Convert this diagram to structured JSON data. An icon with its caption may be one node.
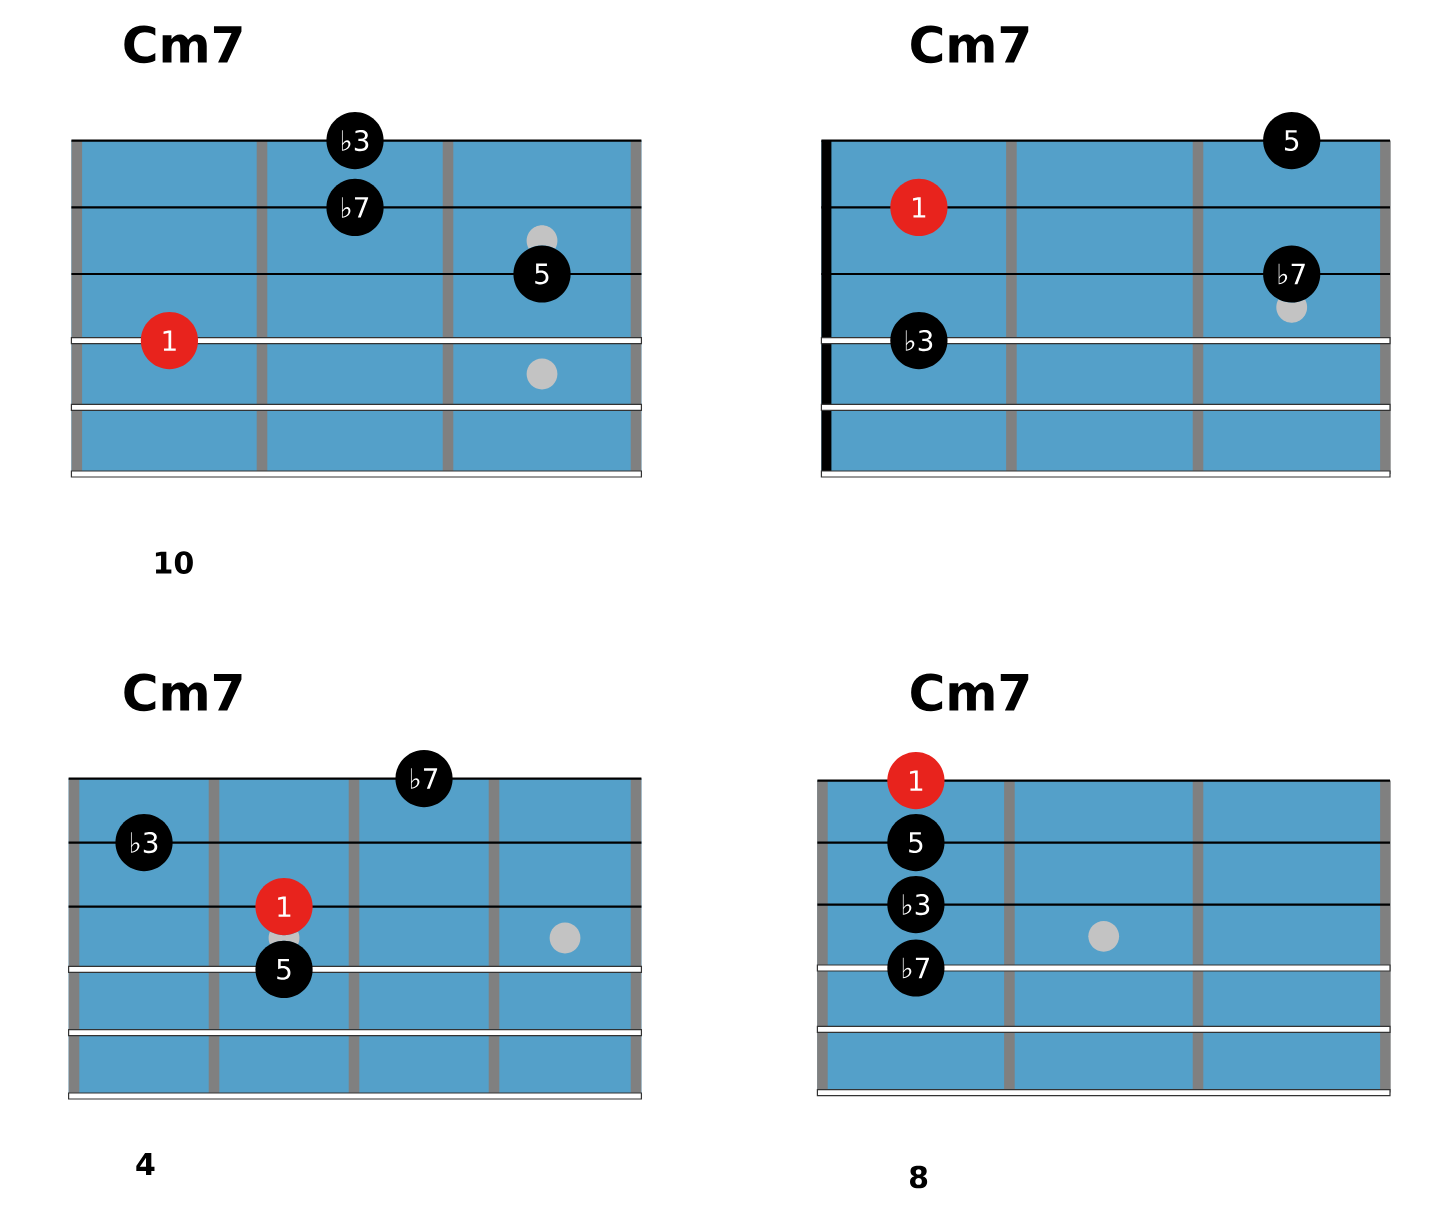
{
  "diagram": {
    "nodes": [
      {
        "text": [
          "Cm7"
        ],
        "beside": [
          "10"
        ]
      },
      {
        "text": [
          "♭3"
        ],
        "in": 0
      },
      {
        "text": [
          "♭7"
        ],
        "in": 0
      },
      {
        "text": [
          "5"
        ],
        "in": 0
      },
      {
        "text": [
          "1"
        ],
        "in": 0
      },
      {
        "text": [],
        "shape": "circle",
        "in": 0
      },
      {
        "text": [],
        "shape": "circle",
        "in": 0
      },
      {
        "text": [
          "Cm7"
        ]
      },
      {
        "text": [
          "5"
        ],
        "in": 7
      },
      {
        "text": [
          "1"
        ],
        "in": 7
      },
      {
        "text": [
          "♭7"
        ],
        "in": 7
      },
      {
        "text": [
          "♭3"
        ],
        "in": 7
      },
      {
        "text": [],
        "shape": "circle",
        "in": 7
      },
      {
        "text": [
          "Cm7"
        ],
        "beside": [
          "4"
        ]
      },
      {
        "text": [
          "♭7"
        ],
        "in": 13
      },
      {
        "text": [
          "♭3"
        ],
        "in": 13
      },
      {
        "text": [
          "1"
        ],
        "in": 13
      },
      {
        "text": [
          "5"
        ],
        "in": 13
      },
      {
        "text": [],
        "shape": "circle",
        "in": 13
      },
      {
        "text": [],
        "shape": "circle",
        "in": 13
      },
      {
        "text": [
          "Cm7"
        ],
        "beside": [
          "8"
        ]
      },
      {
        "text": [
          "1"
        ],
        "in": 20
      },
      {
        "text": [
          "5"
        ],
        "in": 20
      },
      {
        "text": [
          "♭3"
        ],
        "in": 20
      },
      {
        "text": [
          "♭7"
        ],
        "in": 20
      },
      {
        "text": [],
        "shape": "circle",
        "in": 20
      }
    ]
  }
}
